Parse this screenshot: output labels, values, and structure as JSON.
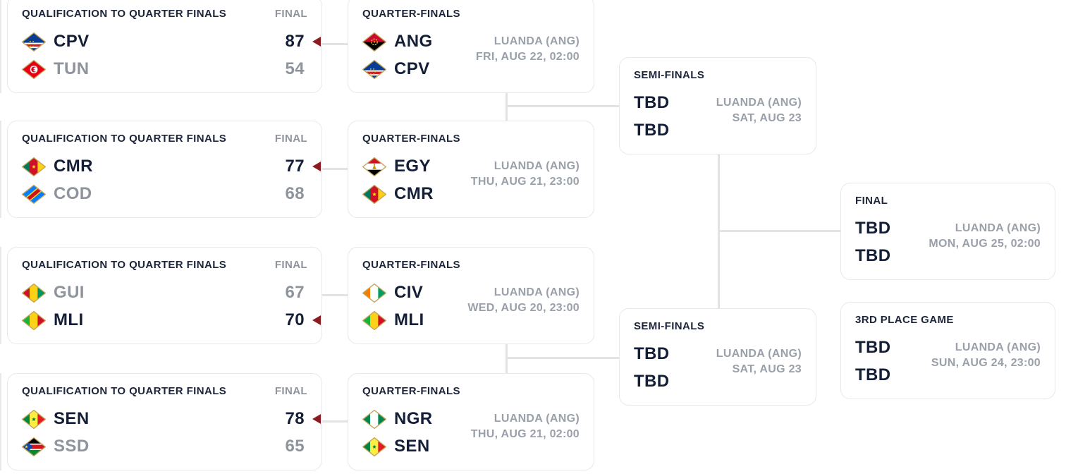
{
  "page": {
    "background": "#ffffff"
  },
  "colors": {
    "card_border": "#e8e8ea",
    "connector_line": "#e2e3e5",
    "title_text": "#1c2539",
    "muted_text": "#8e939c",
    "team_text": "#141e36",
    "venue_text": "#9aa0a9",
    "winner_arrow": "#8c1a21",
    "flag_border": "#c3a45c"
  },
  "cards": [
    {
      "slot": "qual-1",
      "kind": "result",
      "title": "QUALIFICATION TO QUARTER FINALS",
      "status": "FINAL",
      "rows": [
        {
          "team": "CPV",
          "flag": "CPV",
          "score": "87",
          "winner": true
        },
        {
          "team": "TUN",
          "flag": "TUN",
          "score": "54",
          "winner": false
        }
      ]
    },
    {
      "slot": "qual-2",
      "kind": "result",
      "title": "QUALIFICATION TO QUARTER FINALS",
      "status": "FINAL",
      "rows": [
        {
          "team": "CMR",
          "flag": "CMR",
          "score": "77",
          "winner": true
        },
        {
          "team": "COD",
          "flag": "COD",
          "score": "68",
          "winner": false
        }
      ]
    },
    {
      "slot": "qual-3",
      "kind": "result",
      "title": "QUALIFICATION TO QUARTER FINALS",
      "status": "FINAL",
      "rows": [
        {
          "team": "GUI",
          "flag": "GUI",
          "score": "67",
          "winner": false
        },
        {
          "team": "MLI",
          "flag": "MLI",
          "score": "70",
          "winner": true
        }
      ]
    },
    {
      "slot": "qual-4",
      "kind": "result",
      "title": "QUALIFICATION TO QUARTER FINALS",
      "status": "FINAL",
      "rows": [
        {
          "team": "SEN",
          "flag": "SEN",
          "score": "78",
          "winner": true
        },
        {
          "team": "SSD",
          "flag": "SSD",
          "score": "65",
          "winner": false
        }
      ]
    },
    {
      "slot": "qf-1",
      "kind": "fixture",
      "title": "QUARTER-FINALS",
      "rows": [
        {
          "team": "ANG",
          "flag": "ANG"
        },
        {
          "team": "CPV",
          "flag": "CPV"
        }
      ],
      "venue": "LUANDA (ANG)",
      "datetime": "FRI, AUG 22, 02:00"
    },
    {
      "slot": "qf-2",
      "kind": "fixture",
      "title": "QUARTER-FINALS",
      "rows": [
        {
          "team": "EGY",
          "flag": "EGY"
        },
        {
          "team": "CMR",
          "flag": "CMR"
        }
      ],
      "venue": "LUANDA (ANG)",
      "datetime": "THU, AUG 21, 23:00"
    },
    {
      "slot": "qf-3",
      "kind": "fixture",
      "title": "QUARTER-FINALS",
      "rows": [
        {
          "team": "CIV",
          "flag": "CIV"
        },
        {
          "team": "MLI",
          "flag": "MLI"
        }
      ],
      "venue": "LUANDA (ANG)",
      "datetime": "WED, AUG 20, 23:00"
    },
    {
      "slot": "qf-4",
      "kind": "fixture",
      "title": "QUARTER-FINALS",
      "rows": [
        {
          "team": "NGR",
          "flag": "NGR"
        },
        {
          "team": "SEN",
          "flag": "SEN"
        }
      ],
      "venue": "LUANDA (ANG)",
      "datetime": "THU, AUG 21, 02:00"
    },
    {
      "slot": "sf-1",
      "kind": "fixture",
      "title": "SEMI-FINALS",
      "rows": [
        {
          "team": "TBD"
        },
        {
          "team": "TBD"
        }
      ],
      "venue": "LUANDA (ANG)",
      "datetime": "SAT, AUG 23"
    },
    {
      "slot": "sf-2",
      "kind": "fixture",
      "title": "SEMI-FINALS",
      "rows": [
        {
          "team": "TBD"
        },
        {
          "team": "TBD"
        }
      ],
      "venue": "LUANDA (ANG)",
      "datetime": "SAT, AUG 23"
    },
    {
      "slot": "final",
      "kind": "fixture",
      "title": "FINAL",
      "rows": [
        {
          "team": "TBD"
        },
        {
          "team": "TBD"
        }
      ],
      "venue": "LUANDA (ANG)",
      "datetime": "MON, AUG 25, 02:00"
    },
    {
      "slot": "third",
      "kind": "fixture",
      "title": "3RD PLACE GAME",
      "rows": [
        {
          "team": "TBD"
        },
        {
          "team": "TBD"
        }
      ],
      "venue": "LUANDA (ANG)",
      "datetime": "SUN, AUG 24, 23:00"
    }
  ],
  "flags": {
    "CPV": {
      "field": "#0a3d91",
      "emblem": "cpv-band-stars"
    },
    "TUN": {
      "field": "#e70013",
      "emblem": "tun-crescent"
    },
    "ANG": {
      "orientation": "h",
      "stripes": [
        "#cc092f",
        "#000000"
      ],
      "emblem": "ang-emblem"
    },
    "CMR": {
      "orientation": "v",
      "stripes": [
        "#007a5e",
        "#ce1126",
        "#fcd116"
      ],
      "emblem": "cmr-star"
    },
    "COD": {
      "field": "#007fff",
      "emblem": "cod-diagonal"
    },
    "EGY": {
      "orientation": "h",
      "stripes": [
        "#ce1126",
        "#ffffff",
        "#000000"
      ],
      "emblem": "egy-eagle"
    },
    "GUI": {
      "orientation": "v",
      "stripes": [
        "#ce1126",
        "#fcd116",
        "#009460"
      ]
    },
    "MLI": {
      "orientation": "v",
      "stripes": [
        "#14b53a",
        "#fcd116",
        "#ce1126"
      ]
    },
    "CIV": {
      "orientation": "v",
      "stripes": [
        "#f77f00",
        "#ffffff",
        "#009e60"
      ]
    },
    "SEN": {
      "orientation": "v",
      "stripes": [
        "#00853f",
        "#fdef42",
        "#e31b23"
      ],
      "emblem": "sen-star"
    },
    "SSD": {
      "field": "#000000",
      "emblem": "ssd-layout"
    },
    "NGR": {
      "orientation": "v",
      "stripes": [
        "#008751",
        "#ffffff",
        "#008751"
      ]
    }
  }
}
